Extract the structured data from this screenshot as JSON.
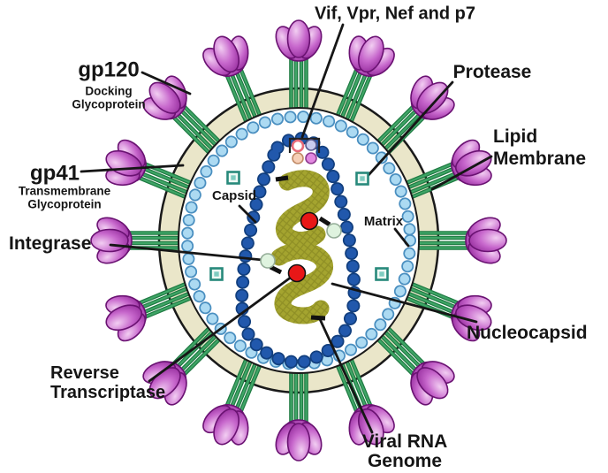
{
  "figure": {
    "labels": {
      "accessory": "Vif, Vpr, Nef and p7",
      "gp120": "gp120",
      "gp120_sub1": "Docking",
      "gp120_sub2": "Glycoprotein",
      "gp41": "gp41",
      "gp41_sub1": "Transmembrane",
      "gp41_sub2": "Glycoprotein",
      "protease": "Protease",
      "lipid_line1": "Lipid",
      "lipid_line2": "Membrane",
      "integrase": "Integrase",
      "reverse_line1": "Reverse",
      "reverse_line2": "Transcriptase",
      "nucleocapsid": "Nucleocapsid",
      "capsid": "Capsid",
      "matrix": "Matrix",
      "rna_line1": "Viral RNA",
      "rna_line2": "Genome"
    },
    "colors": {
      "membrane_fill": "#EAE6C9",
      "outline": "#1A1A1A",
      "matrix_bead": "#ACDAF2",
      "matrix_bead_outline": "#4A8FC0",
      "capsid_bead": "#2158AC",
      "capsid_bead_outline": "#123F7E",
      "rna_strand": "#A4A42F",
      "enzyme_red": "#E81717",
      "enzyme_pale_green": "#DFF3DF",
      "protease_square": "#27897B",
      "spike_stem_green": "#2E9E57",
      "spike_flower_purple": "#C767CC",
      "accessory_dot_pink": "#E86A78",
      "accessory_dot_lavender": "#C9CDEF",
      "accessory_dot_peach": "#F6CFB6",
      "accessory_dot_orchid": "#E288E0",
      "label_text": "#151515"
    }
  }
}
